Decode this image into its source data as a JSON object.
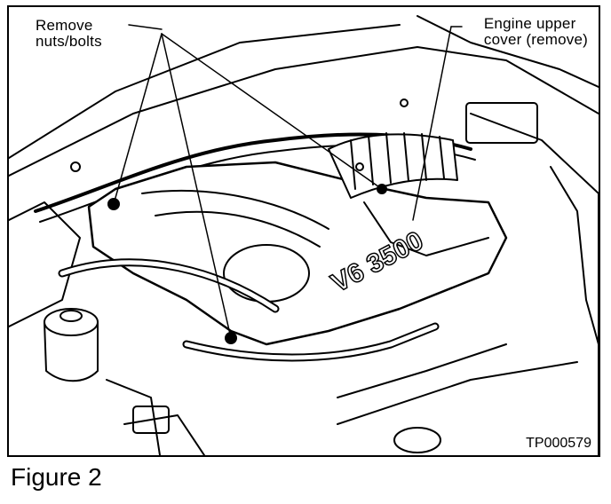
{
  "labels": {
    "remove_nuts_bolts_line1": "Remove",
    "remove_nuts_bolts_line2": "nuts/bolts",
    "engine_cover_line1": "Engine upper",
    "engine_cover_line2": "cover (remove)",
    "cover_badge": "V6 3500"
  },
  "figure_code": "TP000579",
  "caption": "Figure 2"
}
